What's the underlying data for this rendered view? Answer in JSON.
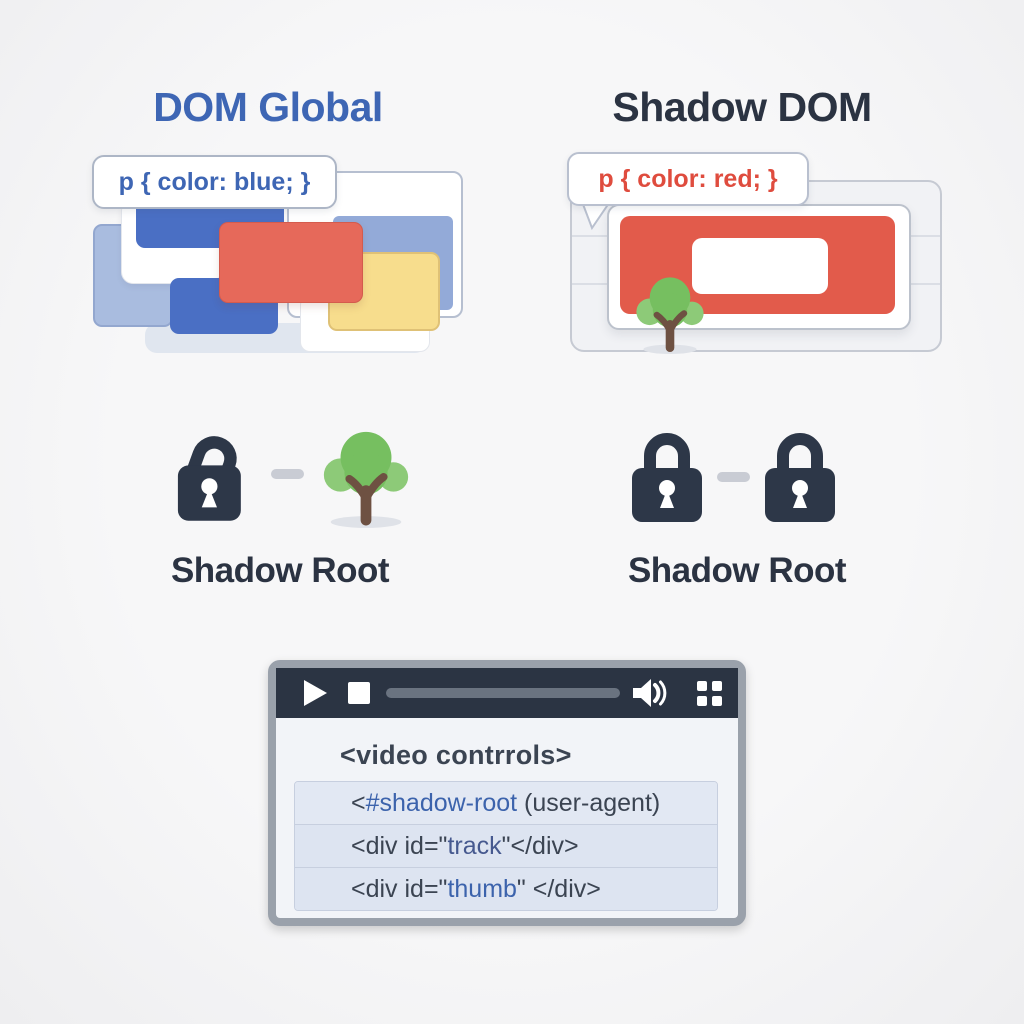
{
  "colors": {
    "page_bg": "#f7f7f8",
    "title_blue": "#3e66b4",
    "title_dark": "#2b3342",
    "code_blue": "#3e66b4",
    "code_red": "#df4c3e",
    "rect_blue": "#4a6fc4",
    "rect_red": "#e6695a",
    "rect_red_big": "#e25b4b",
    "rect_yellow": "#f7dd8d",
    "rect_lightblue": "#a9bcdf",
    "rect_lightblue2": "#93aad8",
    "lock": "#2d3748",
    "tree_green": "#76bf60",
    "tree_green_light": "#8dca78",
    "tree_trunk": "#6e5142",
    "connector": "#c9ccd4",
    "panel_frame": "#9aa1ab",
    "toolbar_bg": "#2b3443",
    "progress": "#6a7380",
    "content_bg": "#f2f4f8",
    "row_bg": "#dde4f1",
    "row_border": "#c7cfdf",
    "code_dark": "#3b4452",
    "code_link_blue": "#3c63ac",
    "code_track_blue": "#46598f"
  },
  "sections": {
    "global": {
      "title": "DOM Global",
      "snippet": "p { color: blue; }"
    },
    "shadow": {
      "title": "Shadow DOM",
      "snippet": "p { color: red; }"
    },
    "left_root_label": "Shadow Root",
    "right_root_label": "Shadow Root"
  },
  "video_panel": {
    "element_line": "<video contrrols>",
    "rows": [
      {
        "prefix": "<",
        "highlight": "#shadow-root",
        "suffix": " (user-agent)"
      },
      {
        "prefix": "<div id=\"",
        "highlight": "track",
        "suffix": "\"</div>"
      },
      {
        "prefix": "<div id=\"",
        "highlight": "thumb",
        "suffix": "\" </div>"
      }
    ],
    "icons": [
      "play-icon",
      "stop-icon",
      "progress-bar",
      "volume-icon",
      "grid-icon"
    ]
  }
}
